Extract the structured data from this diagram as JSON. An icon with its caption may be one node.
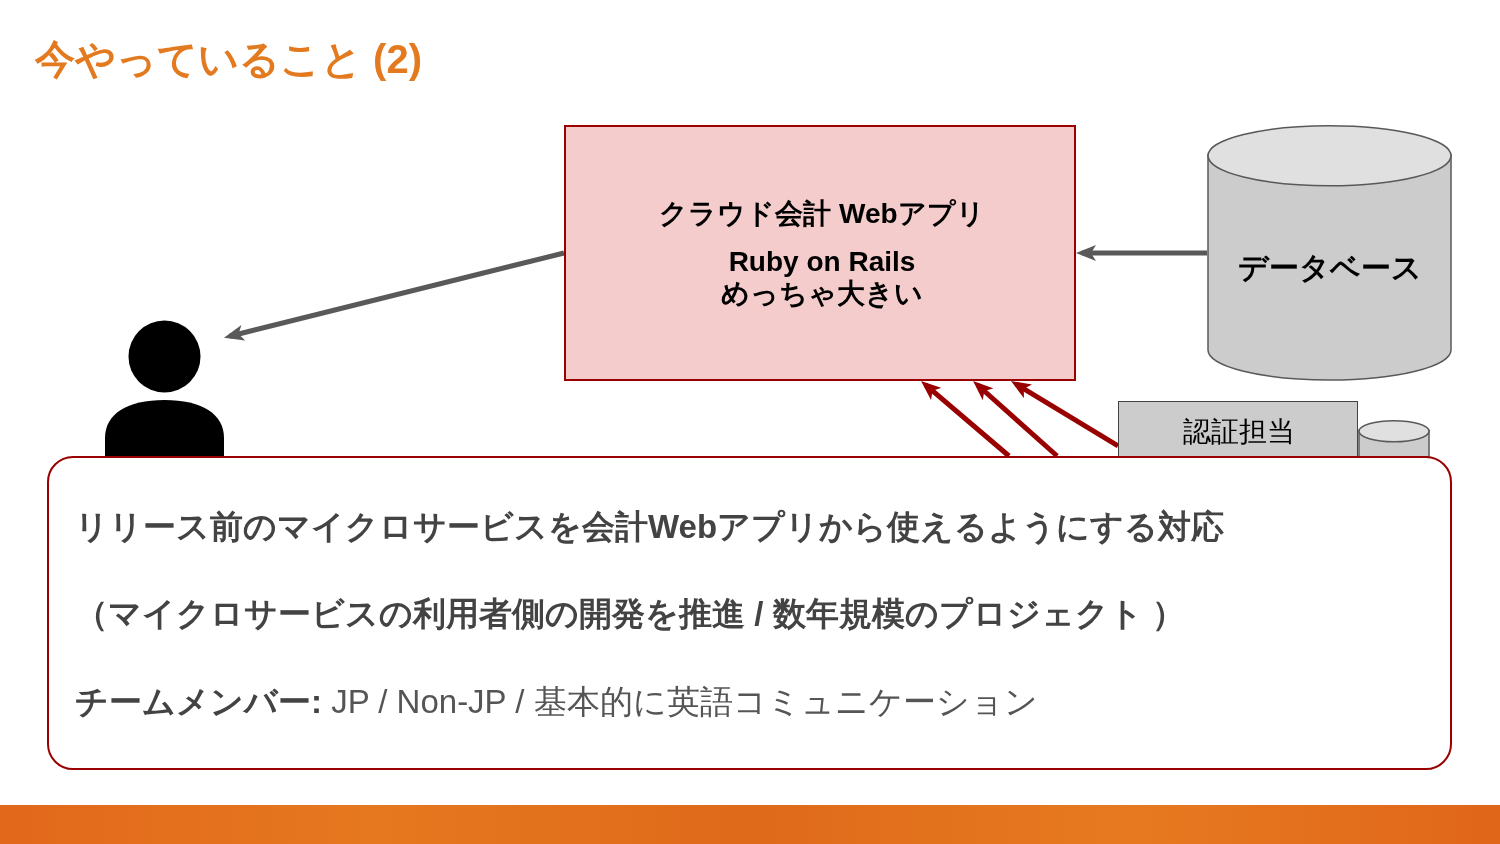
{
  "diagram": {
    "title": "今やっていること (2)",
    "nodes": [
      {
        "text": [
          "クラウド会計 Webアプリ",
          "Ruby on Rails",
          "めっちゃ大きい"
        ]
      },
      {
        "text": [
          "データベース"
        ]
      },
      {
        "text": [],
        "shape": "person"
      },
      {
        "text": [
          "認証担当"
        ]
      },
      {
        "text": [],
        "shape": "cylinder"
      },
      {
        "text": [
          "リリース前のマイクロサービスを会計Webアプリから使えるようにする対応",
          "（マイクロサービスの利用者側の開発を推進 / 数年規模のプロジェクト ）",
          "**チームメンバー:** JP / Non-JP / 基本的に英語コミュニケーション"
        ]
      }
    ],
    "edges": [
      {
        "from": 0,
        "to": 2,
        "arrow": "to",
        "color": "#595959"
      },
      {
        "from": 1,
        "to": 0,
        "arrow": "to",
        "color": "#595959"
      },
      {
        "from": 5,
        "to": 0,
        "arrow": "to",
        "color": "#990000"
      },
      {
        "from": 5,
        "to": 0,
        "arrow": "to",
        "color": "#990000"
      },
      {
        "from": 3,
        "to": 0,
        "arrow": "to",
        "color": "#990000"
      }
    ]
  }
}
